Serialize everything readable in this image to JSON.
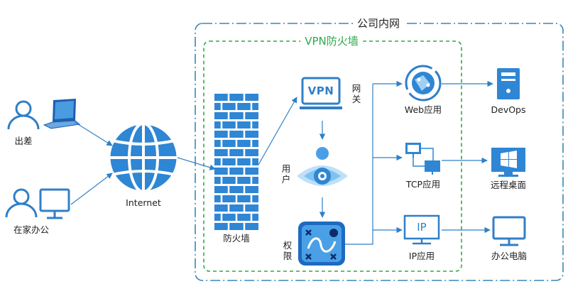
{
  "diagram": {
    "company_network_title": "公司内网",
    "vpn_firewall_title": "VPN防火墙",
    "users": {
      "travel_label": "出差",
      "home_office_label": "在家办公"
    },
    "internet_label": "Internet",
    "firewall_label": "防火墙",
    "vpn_box_text": "VPN",
    "gateway_label": "网关",
    "user_label": "用户",
    "permission_label": "权限",
    "apps": {
      "web_label": "Web应用",
      "tcp_label": "TCP应用",
      "ip_label": "IP应用",
      "ip_box_text": "IP"
    },
    "endpoints": {
      "devops_label": "DevOps",
      "remote_desktop_label": "远程桌面",
      "office_pc_label": "办公电脑"
    },
    "colors": {
      "accent_blue": "#2f7fc8",
      "vpn_green": "#2eaa4a",
      "network_border": "#3a86b8"
    }
  }
}
